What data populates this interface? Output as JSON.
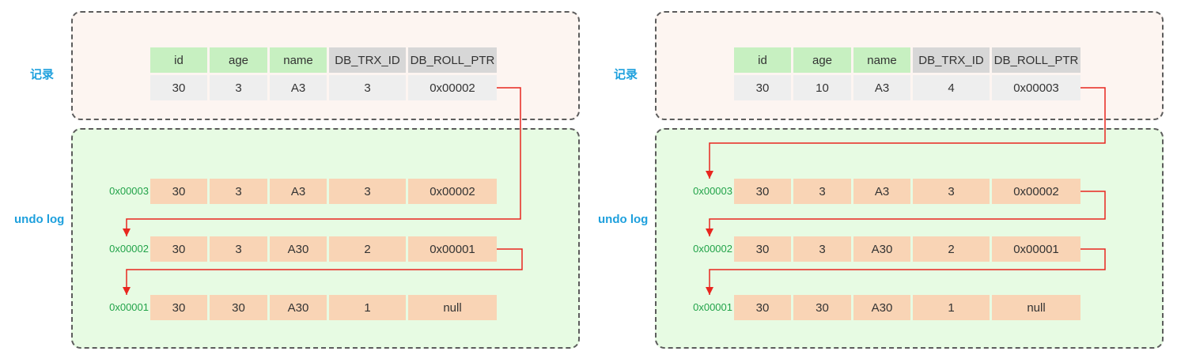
{
  "panels": [
    {
      "record_label": "记录",
      "undo_label": "undo log",
      "record": {
        "header": [
          "id",
          "age",
          "name",
          "DB_TRX_ID",
          "DB_ROLL_PTR"
        ],
        "row": [
          "30",
          "3",
          "A3",
          "3",
          "0x00002"
        ]
      },
      "undo_log": [
        {
          "addr": "0x00003",
          "values": [
            "30",
            "3",
            "A3",
            "3",
            "0x00002"
          ]
        },
        {
          "addr": "0x00002",
          "values": [
            "30",
            "3",
            "A30",
            "2",
            "0x00001"
          ]
        },
        {
          "addr": "0x00001",
          "values": [
            "30",
            "30",
            "A30",
            "1",
            "null"
          ]
        }
      ]
    },
    {
      "record_label": "记录",
      "undo_label": "undo log",
      "record": {
        "header": [
          "id",
          "age",
          "name",
          "DB_TRX_ID",
          "DB_ROLL_PTR"
        ],
        "row": [
          "30",
          "10",
          "A3",
          "4",
          "0x00003"
        ]
      },
      "undo_log": [
        {
          "addr": "0x00003",
          "values": [
            "30",
            "3",
            "A3",
            "3",
            "0x00002"
          ]
        },
        {
          "addr": "0x00002",
          "values": [
            "30",
            "3",
            "A30",
            "2",
            "0x00001"
          ]
        },
        {
          "addr": "0x00001",
          "values": [
            "30",
            "30",
            "A30",
            "1",
            "null"
          ]
        }
      ]
    }
  ],
  "colors": {
    "label": "#1ea0dd",
    "address": "#22a34a",
    "arrow": "#e8261f",
    "header_user_column": "#c7f0c1",
    "header_hidden_column": "#d7d7d7",
    "record_cell": "#eeeeee",
    "undo_cell": "#f9d4b5",
    "record_box": "#fdf5f1",
    "undo_box": "#e7fbe3"
  }
}
